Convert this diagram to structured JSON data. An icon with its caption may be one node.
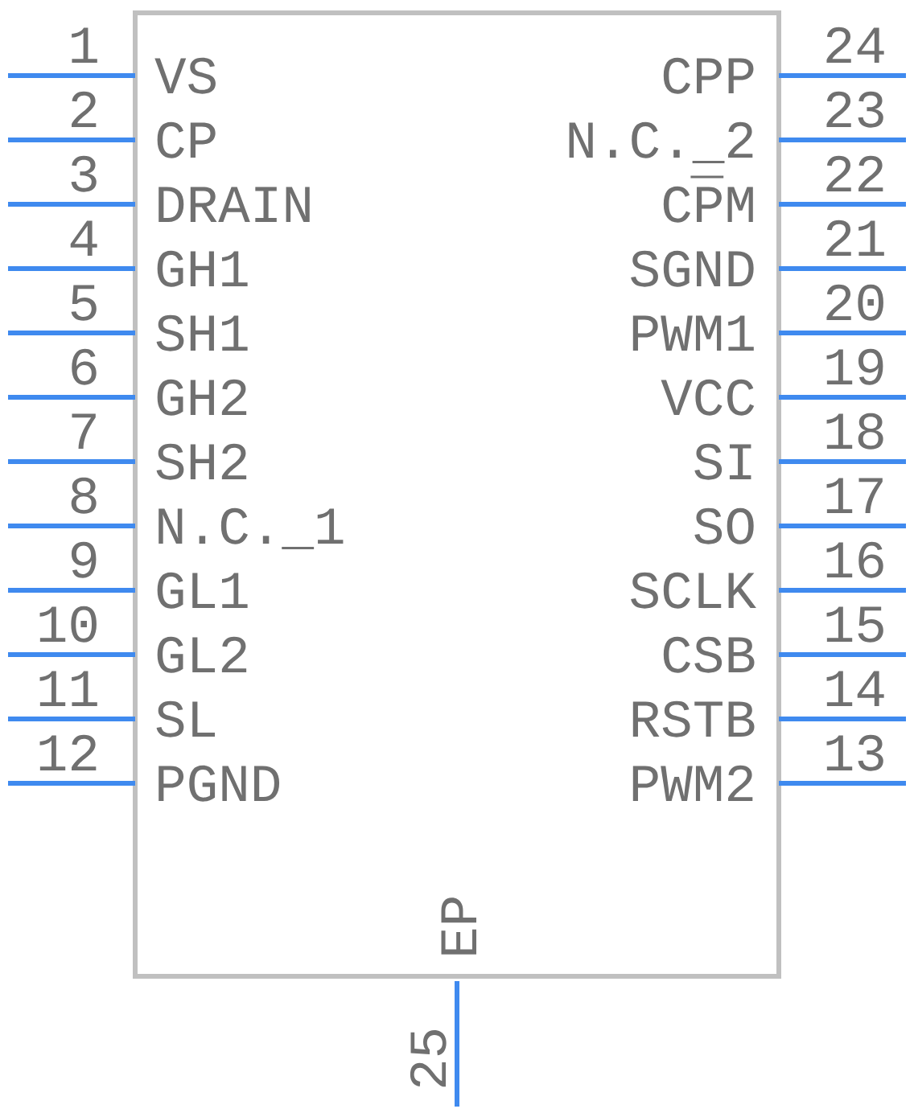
{
  "diagram": {
    "labels": [
      "1",
      "VS",
      "CPP",
      "24",
      "2",
      "CP",
      "N.C._2",
      "23",
      "3",
      "DRAIN",
      "CPM",
      "22",
      "4",
      "GH1",
      "SGND",
      "21",
      "5",
      "SH1",
      "PWM1",
      "20",
      "6",
      "GH2",
      "VCC",
      "19",
      "7",
      "SH2",
      "SI",
      "18",
      "8",
      "N.C._1",
      "SO",
      "17",
      "9",
      "GL1",
      "SCLK",
      "16",
      "10",
      "GL2",
      "CSB",
      "15",
      "11",
      "SL",
      "RSTB",
      "14",
      "12",
      "PGND",
      "PWM2",
      "13",
      "EP",
      "25"
    ]
  }
}
